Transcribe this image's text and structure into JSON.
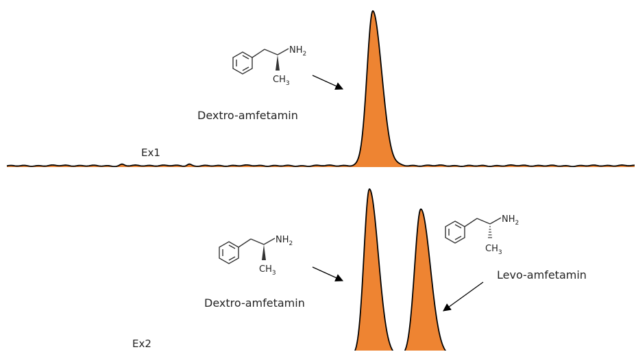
{
  "chart_data": [
    {
      "type": "area",
      "panel_label": "Ex1",
      "fill_color": "#ee8432",
      "line_color": "#000000",
      "peaks": [
        {
          "compound": "Dextro-amfetamin",
          "stereo": "wedge",
          "relative_height": 1.0
        }
      ]
    },
    {
      "type": "area",
      "panel_label": "Ex2",
      "fill_color": "#ee8432",
      "line_color": "#000000",
      "peaks": [
        {
          "compound": "Dextro-amfetamin",
          "stereo": "wedge",
          "relative_height": 1.0
        },
        {
          "compound": "Levo-amfetamin",
          "stereo": "hash",
          "relative_height": 0.88
        }
      ]
    }
  ],
  "atoms": {
    "amine": "NH",
    "amine_sub": "2",
    "methyl": "CH",
    "methyl_sub": "3"
  }
}
